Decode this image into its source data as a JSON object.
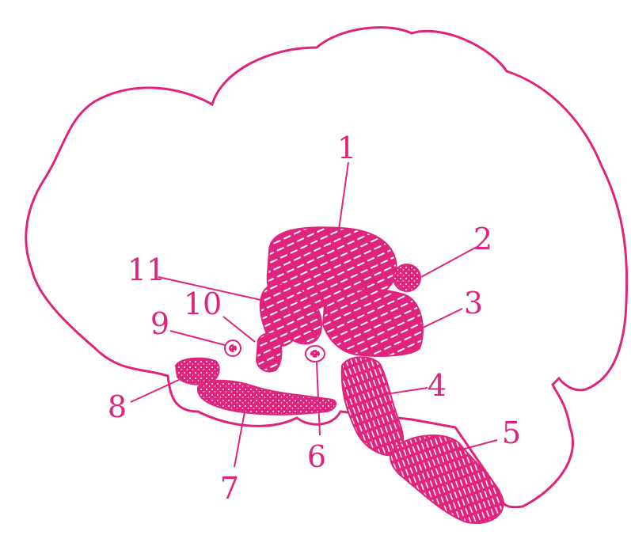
{
  "diagram": {
    "colors": {
      "ink": "#e0247e",
      "fill": "#e0247e",
      "paper": "#ffffff"
    },
    "labels": [
      {
        "id": "1",
        "text": "1"
      },
      {
        "id": "2",
        "text": "2"
      },
      {
        "id": "3",
        "text": "3"
      },
      {
        "id": "4",
        "text": "4"
      },
      {
        "id": "5",
        "text": "5"
      },
      {
        "id": "6",
        "text": "6"
      },
      {
        "id": "7",
        "text": "7"
      },
      {
        "id": "8",
        "text": "8"
      },
      {
        "id": "9",
        "text": "9"
      },
      {
        "id": "10",
        "text": "10"
      },
      {
        "id": "11",
        "text": "11"
      }
    ]
  }
}
